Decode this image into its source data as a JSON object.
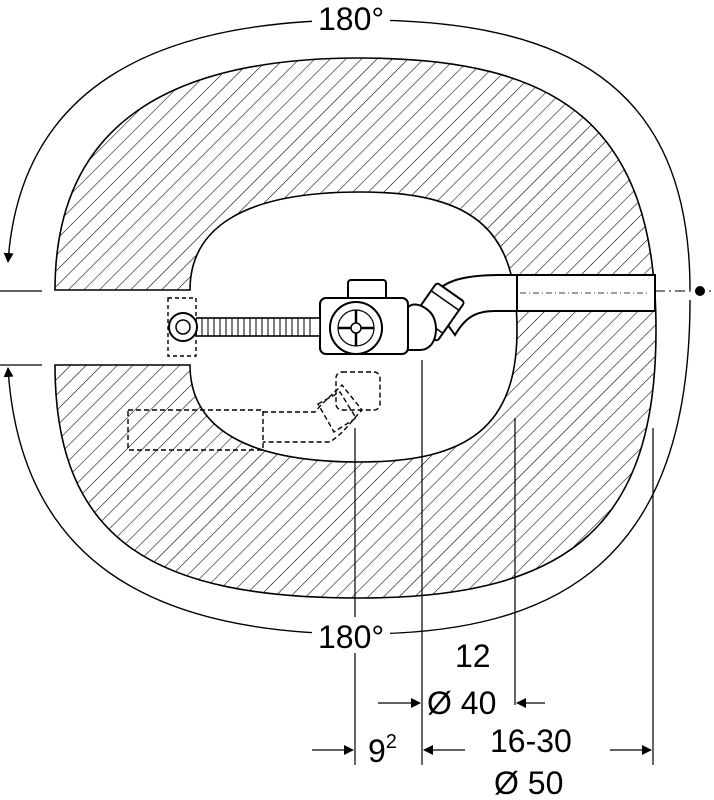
{
  "diagram": {
    "angle_top": "180°",
    "angle_bottom": "180°",
    "dim_12": "12",
    "dim_d40": "Ø 40",
    "dim_9": "9",
    "dim_9_exp": "2",
    "dim_16_30": "16-30",
    "dim_d50": "Ø 50"
  },
  "colors": {
    "line": "#000000",
    "hatch": "#000000",
    "background": "#ffffff"
  }
}
